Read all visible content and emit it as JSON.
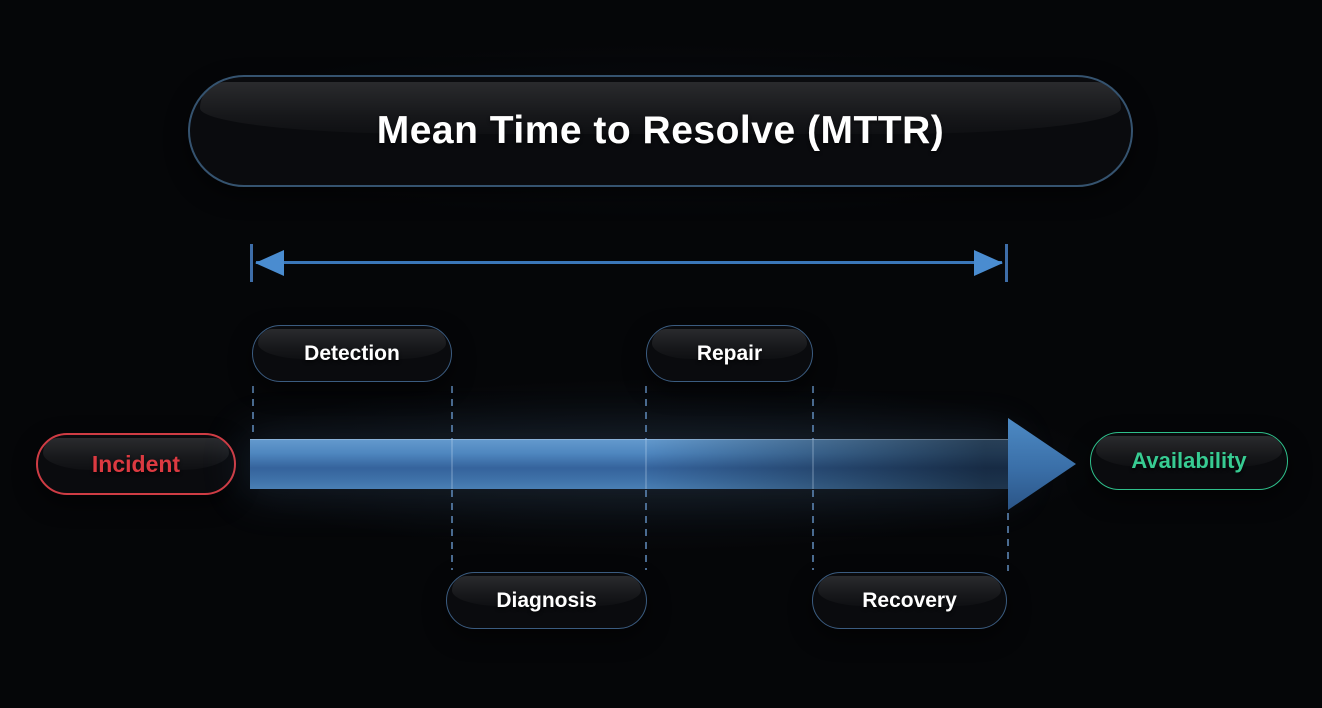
{
  "diagram": {
    "title": "Mean Time to Resolve (MTTR)",
    "start_node": {
      "label": "Incident"
    },
    "end_node": {
      "label": "Availability"
    },
    "stages": [
      {
        "label": "Detection",
        "row": "top"
      },
      {
        "label": "Diagnosis",
        "row": "bottom"
      },
      {
        "label": "Repair",
        "row": "top"
      },
      {
        "label": "Recovery",
        "row": "bottom"
      }
    ],
    "colors": {
      "background": "#050608",
      "pill_border_blue": "#3b5c80",
      "incident_red": "#dc3a41",
      "availability_green": "#37cb92",
      "timeline_arrow_blue": "#4a86c2",
      "range_arrow_blue": "#4a8cd0",
      "dashed_connector_blue": "#4a6b90"
    }
  }
}
